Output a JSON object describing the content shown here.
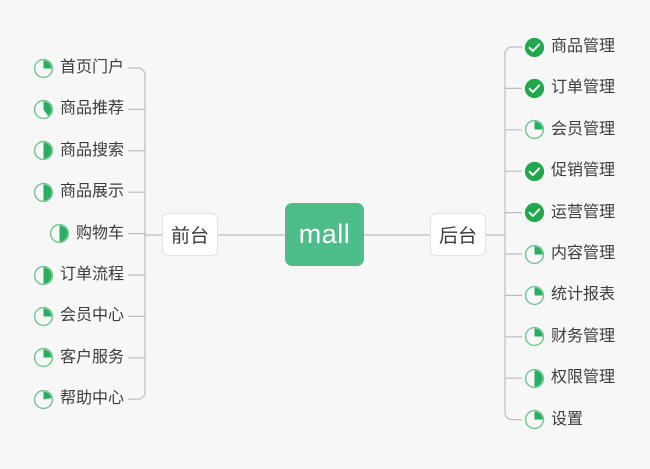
{
  "diagram": {
    "type": "mind-map",
    "background_color": "#f7f7f7",
    "root": {
      "label": "mall",
      "color": "#4dbe8a",
      "text_color": "#ffffff"
    },
    "branches": [
      {
        "id": "frontend",
        "label": "前台",
        "side": "left",
        "items": [
          {
            "label": "首页门户",
            "status": "in-progress",
            "progress": 25,
            "icon": "pie-progress-icon"
          },
          {
            "label": "商品推荐",
            "status": "in-progress",
            "progress": 40,
            "icon": "pie-progress-icon"
          },
          {
            "label": "商品搜索",
            "status": "in-progress",
            "progress": 50,
            "icon": "pie-progress-icon"
          },
          {
            "label": "商品展示",
            "status": "in-progress",
            "progress": 50,
            "icon": "pie-progress-icon"
          },
          {
            "label": "购物车",
            "status": "in-progress",
            "progress": 50,
            "icon": "pie-progress-icon"
          },
          {
            "label": "订单流程",
            "status": "in-progress",
            "progress": 50,
            "icon": "pie-progress-icon"
          },
          {
            "label": "会员中心",
            "status": "in-progress",
            "progress": 25,
            "icon": "pie-progress-icon"
          },
          {
            "label": "客户服务",
            "status": "in-progress",
            "progress": 25,
            "icon": "pie-progress-icon"
          },
          {
            "label": "帮助中心",
            "status": "in-progress",
            "progress": 22,
            "icon": "pie-progress-icon"
          }
        ]
      },
      {
        "id": "backend",
        "label": "后台",
        "side": "right",
        "items": [
          {
            "label": "商品管理",
            "status": "complete",
            "progress": 100,
            "icon": "check-circle-icon"
          },
          {
            "label": "订单管理",
            "status": "complete",
            "progress": 100,
            "icon": "check-circle-icon"
          },
          {
            "label": "会员管理",
            "status": "in-progress",
            "progress": 25,
            "icon": "pie-progress-icon"
          },
          {
            "label": "促销管理",
            "status": "complete",
            "progress": 100,
            "icon": "check-circle-icon"
          },
          {
            "label": "运营管理",
            "status": "complete",
            "progress": 100,
            "icon": "check-circle-icon"
          },
          {
            "label": "内容管理",
            "status": "in-progress",
            "progress": 25,
            "icon": "pie-progress-icon"
          },
          {
            "label": "统计报表",
            "status": "in-progress",
            "progress": 25,
            "icon": "pie-progress-icon"
          },
          {
            "label": "财务管理",
            "status": "in-progress",
            "progress": 25,
            "icon": "pie-progress-icon"
          },
          {
            "label": "权限管理",
            "status": "in-progress",
            "progress": 50,
            "icon": "pie-progress-icon"
          },
          {
            "label": "设置",
            "status": "in-progress",
            "progress": 25,
            "icon": "pie-progress-icon"
          }
        ]
      }
    ],
    "colors": {
      "accent_green": "#4dbe8a",
      "complete_green": "#21a84e",
      "progress_green": "#27ae60",
      "progress_ring": "#6cc48e",
      "connector": "#bdbdbd",
      "node_border": "#e2e2e2",
      "text": "#3c3c3c"
    }
  }
}
